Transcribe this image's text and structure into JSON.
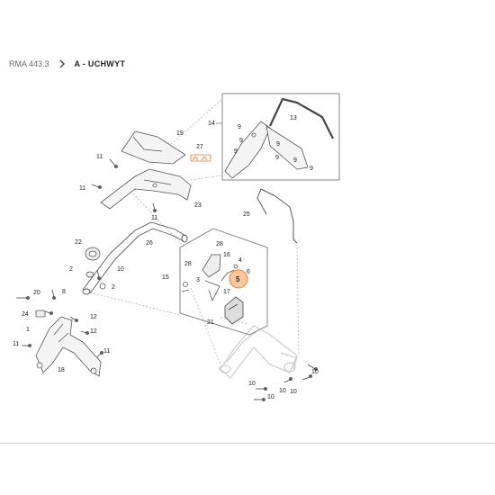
{
  "breadcrumb": {
    "model": "RMA 443.3",
    "section": "A - UCHWYT"
  },
  "colors": {
    "highlight_fill": "#f8c79b",
    "highlight_stroke": "#e8823a",
    "accent_orange": "#e5732b",
    "line": "#666666",
    "faded": "#bbbbbb"
  },
  "callouts": [
    "19",
    "27",
    "11",
    "11",
    "23",
    "11",
    "26",
    "22",
    "2",
    "10",
    "2",
    "20",
    "8",
    "24",
    "12",
    "1",
    "12",
    "11",
    "11",
    "18",
    "28",
    "16",
    "15",
    "28",
    "4",
    "6",
    "3",
    "5",
    "17",
    "21",
    "14",
    "13",
    "9",
    "9",
    "9",
    "9",
    "9",
    "9",
    "9",
    "25",
    "10",
    "10",
    "10",
    "10",
    "10"
  ],
  "highlighted_callout": "5"
}
